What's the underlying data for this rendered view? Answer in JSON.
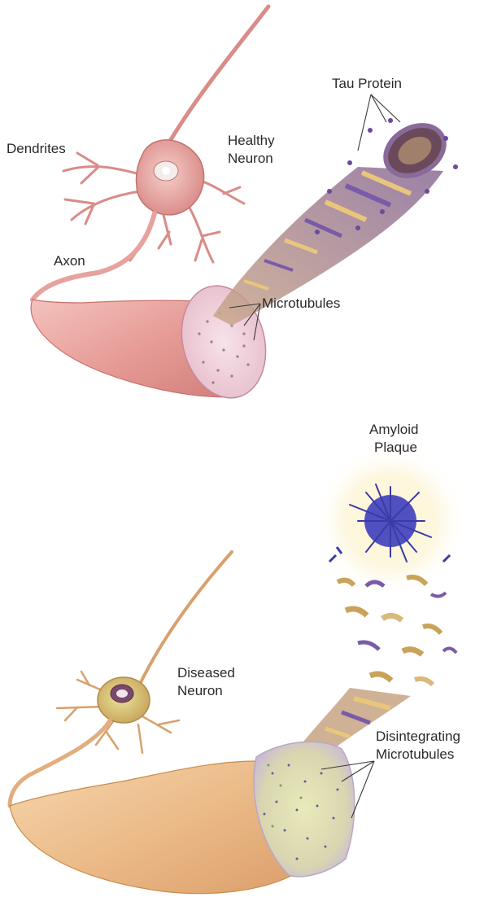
{
  "labels": {
    "dendrites": "Dendrites",
    "healthy_neuron_line1": "Healthy",
    "healthy_neuron_line2": "Neuron",
    "axon": "Axon",
    "tau_protein": "Tau Protein",
    "microtubules": "Microtubules",
    "amyloid_plaque_line1": "Amyloid",
    "amyloid_plaque_line2": "Plaque",
    "diseased_neuron_line1": "Diseased",
    "diseased_neuron_line2": "Neuron",
    "disintegrating_line1": "Disintegrating",
    "disintegrating_line2": "Microtubules"
  },
  "colors": {
    "healthy_body": "#e8a3a0",
    "healthy_body_dark": "#c9716f",
    "axon_cross_section": "#f0d4dc",
    "tau_purple": "#7a5ba8",
    "tau_yellow": "#e8c77a",
    "diseased_body": "#e8b77a",
    "diseased_green": "#c9d48a",
    "plaque_blue": "#3a3aa8",
    "plaque_glow": "#fbf3c8"
  }
}
